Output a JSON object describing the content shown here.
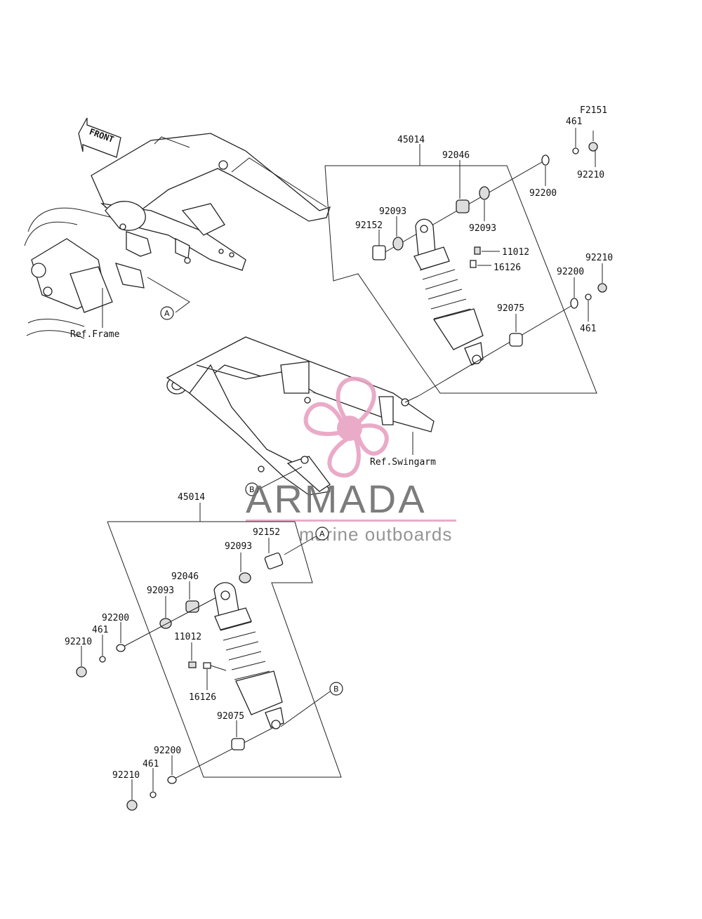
{
  "figure_code": "F2151",
  "front_label": "FRONT",
  "ref_frame": "Ref.Frame",
  "ref_swingarm": "Ref.Swingarm",
  "callout_a": "A",
  "callout_b": "B",
  "watermark": {
    "brand": "ARMADA",
    "tagline": "marine outboards",
    "accent_color": "#e7a3c3",
    "text_color": "#6e6e6e"
  },
  "upper_assembly": {
    "shock_part": "45014",
    "nut_top": "92210",
    "washer_small_top": "461",
    "washer_top": "92200",
    "bearing": "92046",
    "seal_outer": "92093",
    "seal_inner": "92093",
    "collar": "92152",
    "valve_a": "11012",
    "valve_b": "16126",
    "nut_bottom": "92210",
    "washer_bottom": "92200",
    "washer_small_bottom": "461",
    "bushing_bottom": "92075"
  },
  "lower_assembly": {
    "shock_part": "45014",
    "collar": "92152",
    "seal_inner": "92093",
    "bearing": "92046",
    "seal_outer": "92093",
    "washer_top": "92200",
    "washer_small_top": "461",
    "nut_top": "92210",
    "valve_a": "11012",
    "valve_b": "16126",
    "bushing_bottom": "92075",
    "washer_bottom": "92200",
    "washer_small_bottom": "461",
    "nut_bottom": "92210"
  }
}
